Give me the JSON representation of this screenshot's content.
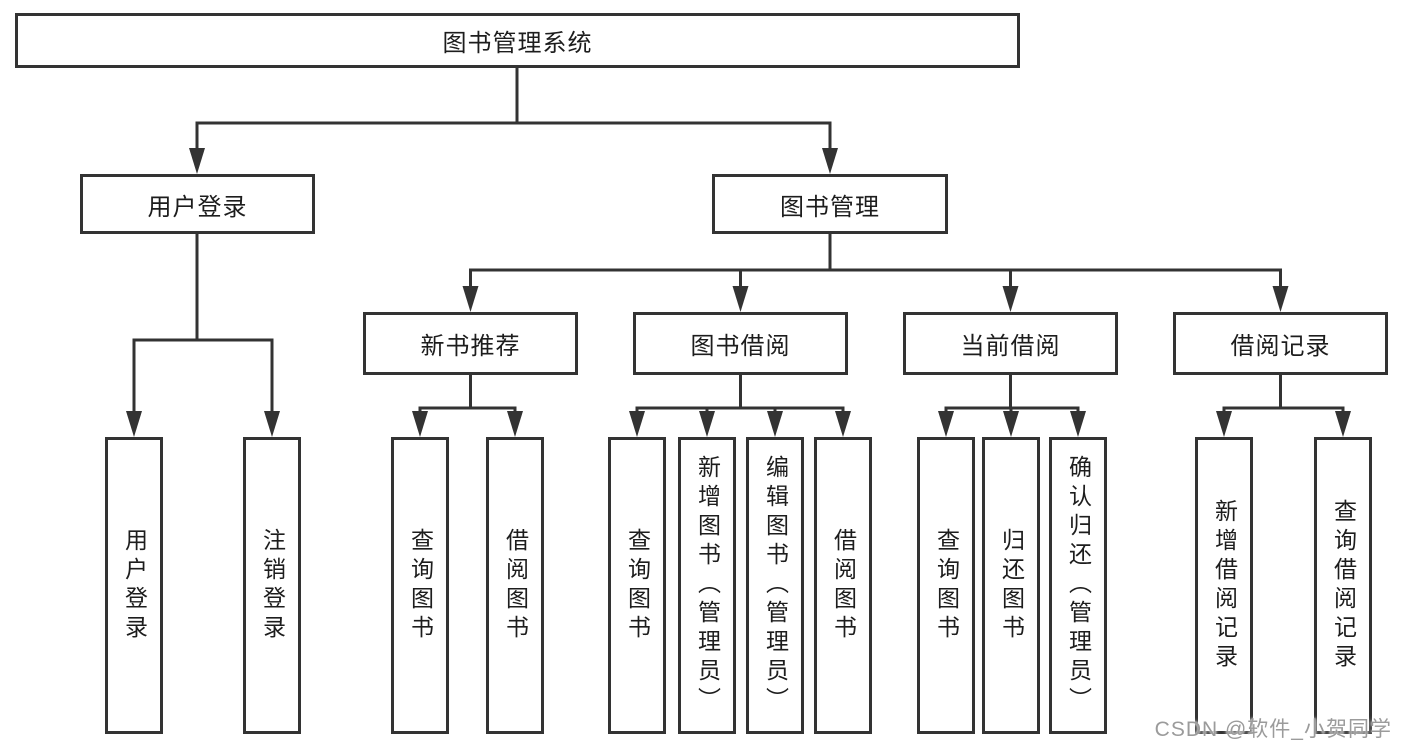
{
  "tree": {
    "root": {
      "label": "图书管理系统"
    },
    "branches": [
      {
        "label": "用户登录",
        "children": [
          {
            "label": "用户登录"
          },
          {
            "label": "注销登录"
          }
        ]
      },
      {
        "label": "图书管理",
        "children": [
          {
            "label": "新书推荐",
            "children": [
              {
                "label": "查询图书"
              },
              {
                "label": "借阅图书"
              }
            ]
          },
          {
            "label": "图书借阅",
            "children": [
              {
                "label": "查询图书"
              },
              {
                "label": "新增图书（管理员）"
              },
              {
                "label": "编辑图书（管理员）"
              },
              {
                "label": "借阅图书"
              }
            ]
          },
          {
            "label": "当前借阅",
            "children": [
              {
                "label": "查询图书"
              },
              {
                "label": "归还图书"
              },
              {
                "label": "确认归还（管理员）"
              }
            ]
          },
          {
            "label": "借阅记录",
            "children": [
              {
                "label": "新增借阅记录"
              },
              {
                "label": "查询借阅记录"
              }
            ]
          }
        ]
      }
    ]
  },
  "watermark": {
    "text": "CSDN @软件_小贺同学"
  },
  "colors": {
    "line": "#333333",
    "border": "#333333",
    "text": "#1d1d1d",
    "watermark": "#9b9b9b",
    "background": "#ffffff"
  }
}
